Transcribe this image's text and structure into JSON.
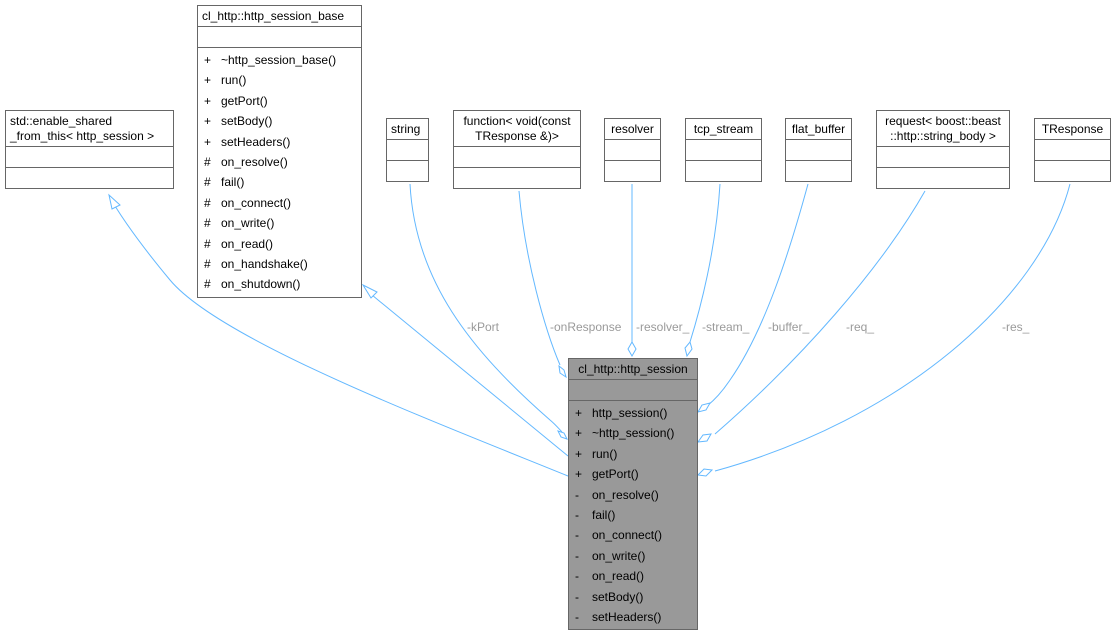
{
  "colors": {
    "edge": "#63b8ff",
    "box_border": "#666666",
    "focus_fill": "#999999",
    "label": "#9a9a9a"
  },
  "classes": {
    "enable_shared": {
      "title_lines": [
        "std::enable_shared",
        "_from_this< http_session >"
      ]
    },
    "session_base": {
      "title": "cl_http::http_session_base",
      "members": [
        {
          "vis": "+",
          "name": "~http_session_base()"
        },
        {
          "vis": "+",
          "name": "run()"
        },
        {
          "vis": "+",
          "name": "getPort()"
        },
        {
          "vis": "+",
          "name": "setBody()"
        },
        {
          "vis": "+",
          "name": "setHeaders()"
        },
        {
          "vis": "#",
          "name": "on_resolve()"
        },
        {
          "vis": "#",
          "name": "fail()"
        },
        {
          "vis": "#",
          "name": "on_connect()"
        },
        {
          "vis": "#",
          "name": "on_write()"
        },
        {
          "vis": "#",
          "name": "on_read()"
        },
        {
          "vis": "#",
          "name": "on_handshake()"
        },
        {
          "vis": "#",
          "name": "on_shutdown()"
        }
      ]
    },
    "string": {
      "title": "string"
    },
    "function": {
      "title_lines": [
        "function< void(const",
        "TResponse &)>"
      ]
    },
    "resolver": {
      "title": "resolver"
    },
    "tcp_stream": {
      "title": "tcp_stream"
    },
    "flat_buffer": {
      "title": "flat_buffer"
    },
    "request": {
      "title_lines": [
        "request< boost::beast",
        "::http::string_body >"
      ]
    },
    "tresponse": {
      "title": "TResponse"
    },
    "session": {
      "title": "cl_http::http_session",
      "members": [
        {
          "vis": "+",
          "name": "http_session()"
        },
        {
          "vis": "+",
          "name": "~http_session()"
        },
        {
          "vis": "+",
          "name": "run()"
        },
        {
          "vis": "+",
          "name": "getPort()"
        },
        {
          "vis": "-",
          "name": "on_resolve()"
        },
        {
          "vis": "-",
          "name": "fail()"
        },
        {
          "vis": "-",
          "name": "on_connect()"
        },
        {
          "vis": "-",
          "name": "on_write()"
        },
        {
          "vis": "-",
          "name": "on_read()"
        },
        {
          "vis": "-",
          "name": "setBody()"
        },
        {
          "vis": "-",
          "name": "setHeaders()"
        }
      ]
    }
  },
  "edge_labels": {
    "kport": "-kPort",
    "onresponse": "-onResponse",
    "resolver": "-resolver_",
    "stream": "-stream_",
    "buffer": "-buffer_",
    "req": "-req_",
    "res": "-res_"
  }
}
